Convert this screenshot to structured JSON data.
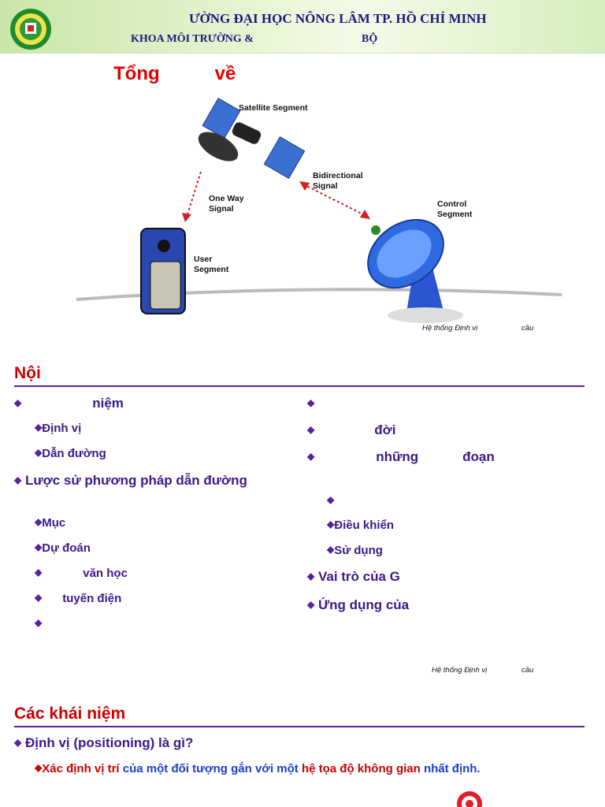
{
  "header": {
    "line1": "ƯỜNG ĐẠI HỌC NÔNG LÂM TP. HỒ CHÍ MINH",
    "line2a": "KHOA MÔI TRƯỜNG &",
    "line2b": "BỘ",
    "colors": {
      "text": "#1a1a80",
      "bg": "#c9e6a8"
    },
    "logo_icon": "university-seal"
  },
  "slide1": {
    "title_a": "Tổng",
    "title_b": "về",
    "diagram": {
      "satellite_label": "Satellite Segment",
      "bidirectional_label_1": "Bidirectional",
      "bidirectional_label_2": "Signal",
      "oneway_label_1": "One Way",
      "oneway_label_2": "Signal",
      "control_label_1": "Control",
      "control_label_2": "Segment",
      "user_label_1": "User",
      "user_label_2": "Segment"
    },
    "footer_a": "Hệ thống Định vị",
    "footer_b": "cầu"
  },
  "slide2": {
    "title": "Nội",
    "left": {
      "item1": "niệm",
      "sub1": "Định vị",
      "sub2": "Dẫn đường",
      "item2": "Lược sử phương pháp dẫn đường",
      "sub3": "Mục",
      "sub4": "Dự đoán",
      "sub5": "văn học",
      "sub6": "tuyến điện",
      "sub7": ""
    },
    "right": {
      "item1": "",
      "item2": "đời",
      "item3a": "những",
      "item3b": "đoạn",
      "sub1": "",
      "sub2": "Điều khiển",
      "sub3": "Sử dụng",
      "item4": "Vai trò của G",
      "item5": "Ứng dụng của"
    },
    "footer_a": "Hệ thống Định vị",
    "footer_b": "cầu"
  },
  "slide3": {
    "title": "Các khái niệm",
    "item1": "Định vị (positioning) là gì?",
    "sub1_red1": "Xác định vị trí",
    "sub1_blue1": " của một đối tượng gắn với một ",
    "sub1_red2": "hệ tọa độ không gian",
    "sub1_blue2": " nhất định."
  },
  "colors": {
    "title_red": "#cc0000",
    "bullet_purple": "#5a1fa0",
    "text_indigo": "#3a1a8a",
    "blue": "#1a3fc8"
  }
}
